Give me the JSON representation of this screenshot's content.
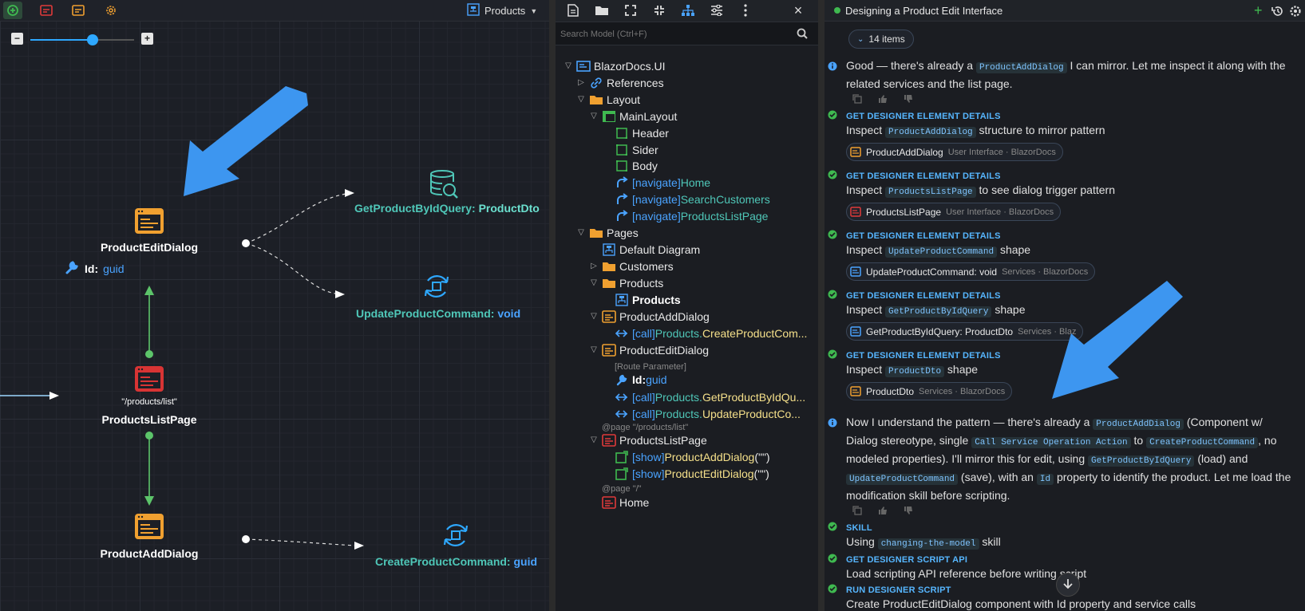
{
  "diagram": {
    "dropdown_label": "Products",
    "nodes": {
      "edit_dialog": "ProductEditDialog",
      "edit_param_name": "Id:",
      "edit_param_type": "guid",
      "get_query_name": "GetProductByIdQuery:",
      "get_query_type": "ProductDto",
      "update_cmd_name": "UpdateProductCommand:",
      "update_cmd_type": "void",
      "list_route": "\"/products/list\"",
      "list_page": "ProductsListPage",
      "add_dialog": "ProductAddDialog",
      "create_cmd_name": "CreateProductCommand:",
      "create_cmd_type": "guid"
    },
    "zoom_minus": "−",
    "zoom_plus": "+",
    "zoom_level": 0.6
  },
  "model": {
    "search_placeholder": "Search Model (Ctrl+F)",
    "close": "×",
    "tree": [
      {
        "label": "BlazorDocs.UI"
      },
      {
        "label": "References"
      },
      {
        "label": "Layout"
      },
      {
        "label": "MainLayout"
      },
      {
        "label": "Header"
      },
      {
        "label": "Sider"
      },
      {
        "label": "Body"
      },
      {
        "prefix": "[navigate]",
        "label": "Home"
      },
      {
        "prefix": "[navigate]",
        "label": "SearchCustomers"
      },
      {
        "prefix": "[navigate]",
        "label": "ProductsListPage"
      },
      {
        "label": "Pages"
      },
      {
        "label": "Default Diagram"
      },
      {
        "label": "Customers"
      },
      {
        "label": "Products"
      },
      {
        "label": "Products"
      },
      {
        "label": "ProductAddDialog"
      },
      {
        "prefix": "[call]",
        "label": "Products.",
        "suffix": "CreateProductCom..."
      },
      {
        "label": "ProductEditDialog"
      },
      {
        "label": "[Route Parameter]"
      },
      {
        "label": "Id:",
        "suffix": "guid"
      },
      {
        "prefix": "[call]",
        "label": "Products.",
        "suffix": "GetProductByIdQu..."
      },
      {
        "prefix": "[call]",
        "label": "Products.",
        "suffix": "UpdateProductCo..."
      },
      {
        "label": "@page \"/products/list\""
      },
      {
        "label": "ProductsListPage"
      },
      {
        "prefix": "[show]",
        "label": "ProductAddDialog",
        "suffix": "(\"\")"
      },
      {
        "prefix": "[show]",
        "label": "ProductEditDialog",
        "suffix": "(\"\")"
      },
      {
        "label": "@page \"/\""
      },
      {
        "label": "Home"
      }
    ]
  },
  "chat": {
    "title": "Designing a Product Edit Interface",
    "items_count": "14 items",
    "msg1a": "Good — there's already a",
    "msg1code": "ProductAddDialog",
    "msg1b": "I can mirror. Let me inspect it along with the",
    "msg1c": "related services and the list page.",
    "tools": [
      {
        "head": "GET DESIGNER ELEMENT DETAILS",
        "pre": "Inspect",
        "code": "ProductAddDialog",
        "post": "structure to mirror pattern",
        "pill": "ProductAddDialog",
        "pill_sub": "User Interface · BlazorDocs"
      },
      {
        "head": "GET DESIGNER ELEMENT DETAILS",
        "pre": "Inspect",
        "code": "ProductsListPage",
        "post": "to see dialog trigger pattern",
        "pill": "ProductsListPage",
        "pill_sub": "User Interface · BlazorDocs"
      },
      {
        "head": "GET DESIGNER ELEMENT DETAILS",
        "pre": "Inspect",
        "code": "UpdateProductCommand",
        "post": "shape",
        "pill": "UpdateProductCommand: void",
        "pill_sub": "Services · BlazorDocs"
      },
      {
        "head": "GET DESIGNER ELEMENT DETAILS",
        "pre": "Inspect",
        "code": "GetProductByIdQuery",
        "post": "shape",
        "pill": "GetProductByIdQuery: ProductDto",
        "pill_sub": "Services · Blaz"
      },
      {
        "head": "GET DESIGNER ELEMENT DETAILS",
        "pre": "Inspect",
        "code": "ProductDto",
        "post": "shape",
        "pill": "ProductDto",
        "pill_sub": "Services · BlazorDocs"
      }
    ],
    "msg2": {
      "l1a": "Now I understand the pattern — there's already a",
      "l1code": "ProductAddDialog",
      "l1b": "(Component w/",
      "l2a": "Dialog stereotype, single",
      "l2code1": "Call Service Operation Action",
      "l2b": "to",
      "l2code2": "CreateProductCommand",
      "l2c": ", no",
      "l3a": "modeled properties). I'll mirror this for edit, using",
      "l3code": "GetProductByIdQuery",
      "l3b": "(load) and",
      "l4code1": "UpdateProductCommand",
      "l4a": "(save), with an",
      "l4code2": "Id",
      "l4b": "property to identify the product. Let me load the",
      "l5": "modification skill before scripting."
    },
    "skill_head": "SKILL",
    "skill_pre": "Using",
    "skill_code": "changing-the-model",
    "skill_post": "skill",
    "script_api_head": "GET DESIGNER SCRIPT API",
    "script_api_text": "Load scripting API reference before writing script",
    "run_head": "RUN DESIGNER SCRIPT",
    "run_text": "Create ProductEditDialog component with Id property and service calls"
  },
  "colors": {
    "accent": "#4aa3ff",
    "success": "#3fb950",
    "orange": "#f0a030",
    "red": "#e03a3a",
    "teal": "#4fc7b8"
  }
}
